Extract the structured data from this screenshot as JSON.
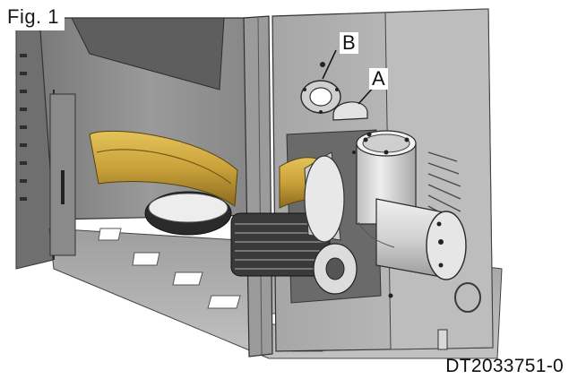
{
  "figure": {
    "label": "Fig. 1",
    "drawing_code": "DT2033751-0"
  },
  "callouts": [
    {
      "id": "B",
      "text": "B"
    },
    {
      "id": "A",
      "text": "A"
    }
  ],
  "colors": {
    "panel_grey": "#8d8d8d",
    "light_panel": "#b7b7b7",
    "dark_edge": "#3a3a3a",
    "brass": "#c9a13a",
    "cylinder": "#d6d6d6"
  }
}
